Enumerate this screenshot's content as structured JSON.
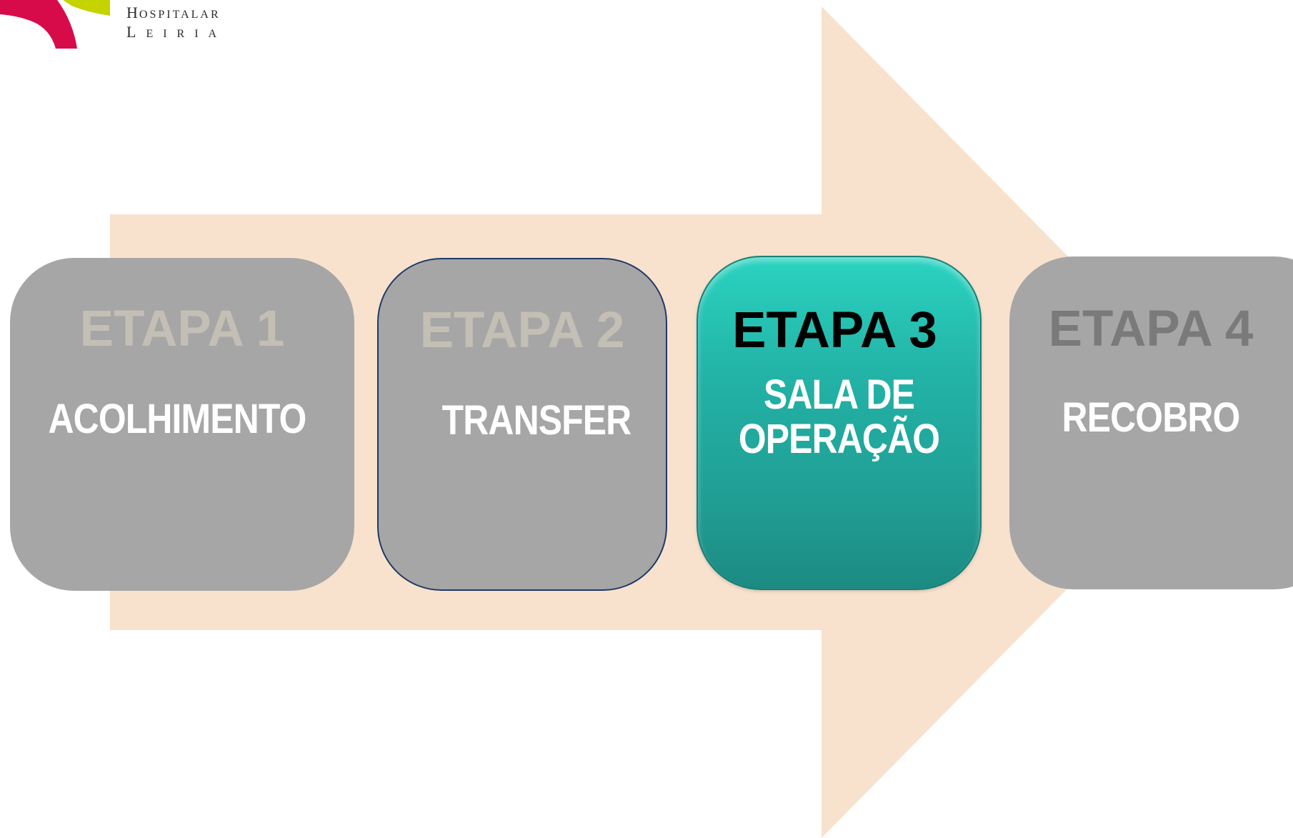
{
  "logo": {
    "line1": "Hospitalar",
    "line2": "Leiria",
    "colors": [
      "#d80b4a",
      "#c5d300"
    ]
  },
  "arrow": {
    "color": "#f8e2cd"
  },
  "stages": [
    {
      "step": "ETAPA 1",
      "name": "ACOLHIMENTO",
      "state": "inactive"
    },
    {
      "step": "ETAPA 2",
      "name": "TRANSFER",
      "state": "inactive"
    },
    {
      "step": "ETAPA 3",
      "name": "SALA DE OPERAÇÃO",
      "state": "active"
    },
    {
      "step": "ETAPA 4",
      "name": "RECOBRO",
      "state": "inactive"
    }
  ],
  "colors": {
    "inactive_box": "#a6a6a6",
    "active_box": "#23b3a7",
    "name_text": "#ffffff"
  }
}
